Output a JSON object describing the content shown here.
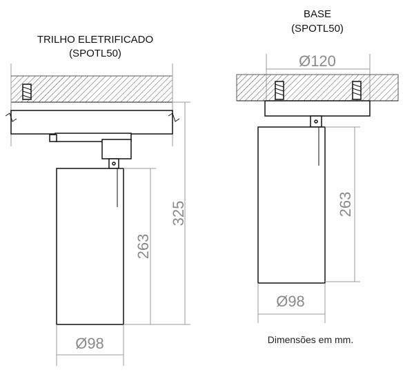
{
  "left_view": {
    "title_line1": "TRILHO ELETRIFICADO",
    "title_line2": "(SPOTL50)",
    "dim_total_height": "325",
    "dim_body_height": "263",
    "dim_diameter": "Ø98"
  },
  "right_view": {
    "title_line1": "BASE",
    "title_line2": "(SPOTL50)",
    "dim_base_diameter": "Ø120",
    "dim_body_height": "263",
    "dim_diameter": "Ø98"
  },
  "note": "Dimensões em mm.",
  "colors": {
    "outline": "#111111",
    "dimension": "#8a8a8a",
    "hatch": "#555555"
  }
}
